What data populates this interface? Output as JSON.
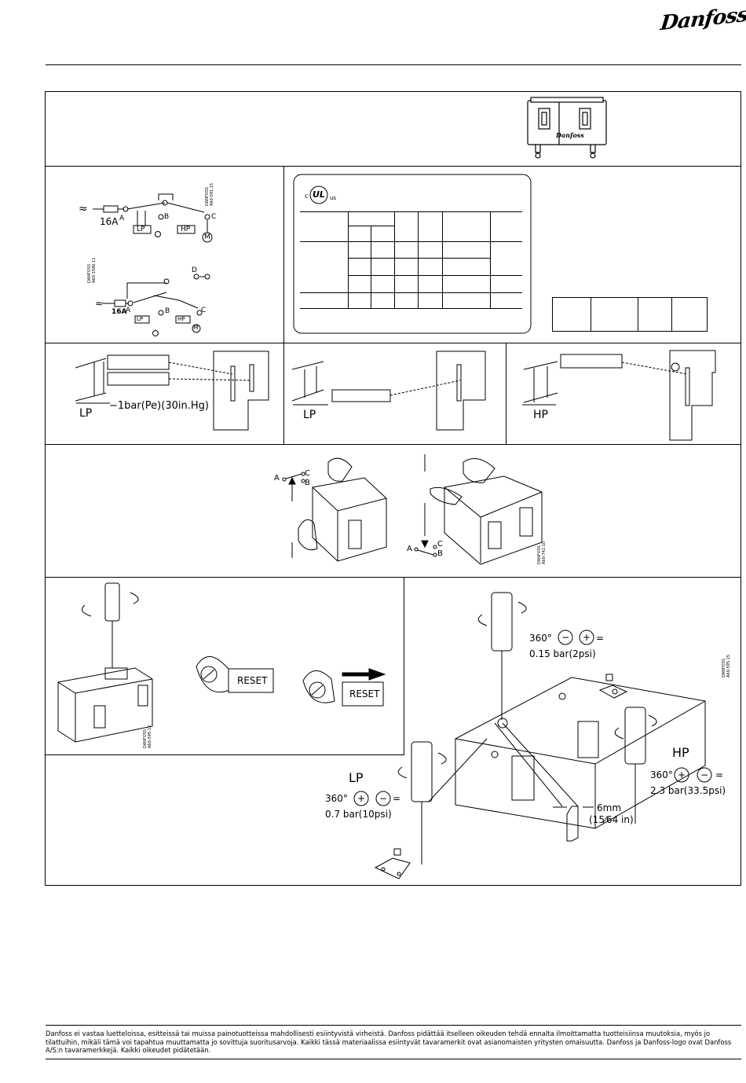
{
  "header": {
    "brand_logo_text": "Danfoss"
  },
  "wiring": {
    "supply_symbol": "≈",
    "fuse_1": "16A",
    "terminal_a": "A",
    "terminal_b": "B",
    "terminal_c": "C",
    "terminal_d": "D",
    "lp": "LP",
    "hp": "HP",
    "motor": "M",
    "drawing_code_1": "DANFOSS\nA60-591.15",
    "drawing_code_2": "DANFOSS\nA60-1580.11",
    "fuse_2": "16A"
  },
  "ul_mark": {
    "c": "c",
    "ul": "UL",
    "us": "us"
  },
  "setting_diagrams": {
    "lp_label_1": "LP",
    "lp_vacuum_note": "−1bar(Pe)(30in.Hg)",
    "lp_label_2": "LP",
    "hp_label": "HP"
  },
  "manual_test": {
    "a": "A",
    "b": "B",
    "c": "C",
    "drawing_code": "DANFOSS\nA60-742.10"
  },
  "reset": {
    "reset_label_1": "RESET",
    "reset_label_2": "RESET",
    "drawing_code": "DANFOSS\nA60-595.12"
  },
  "adjustment": {
    "diff_turn": "360°",
    "diff_value": "0.15  bar(2psi)",
    "hp_label": "HP",
    "hp_turn": "360°",
    "hp_value": "2.3  bar(33.5psi)",
    "lp_label": "LP",
    "lp_turn": "360°",
    "lp_value": "0.7  bar(10psi)",
    "hex_size": "6mm",
    "hex_size_in": "(15⁄64 in)",
    "drawing_code": "DANFOSS\nA60-595.15",
    "equals": "="
  },
  "footer": {
    "disclaimer": "Danfoss ei vastaa luetteloissa, esitteissä tai muissa painotuotteissa mahdollisesti esiintyvistä virheistä. Danfoss pidättää itselleen oikeuden tehdä ennalta ilmoittamatta tuotteisiinsa muutoksia, myös jo tilattuihin, mikäli tämä voi tapahtua muuttamatta jo sovittuja suoritusarvoja. Kaikki tässä materiaalissa esiintyvät tavaramerkit ovat asianomaisten yritysten omaisuutta. Danfoss ja Danfoss-logo ovat Danfoss A/S:n tavaramerkkejä. Kaikki oikeudet pidätetään."
  }
}
